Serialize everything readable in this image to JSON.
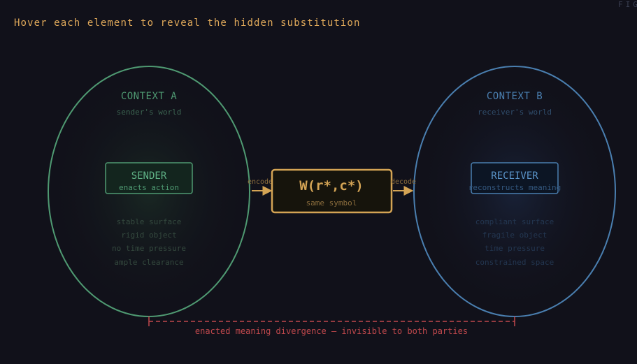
{
  "header": {
    "hint": "Hover each element to reveal the hidden substitution",
    "fig_tag": "FIG"
  },
  "context_a": {
    "title": "CONTEXT A",
    "subtitle": "sender's world",
    "node_label": "SENDER",
    "node_sublabel": "enacts action",
    "traits": [
      "stable surface",
      "rigid object",
      "no time pressure",
      "ample clearance"
    ]
  },
  "context_b": {
    "title": "CONTEXT B",
    "subtitle": "receiver's world",
    "node_label": "RECEIVER",
    "node_sublabel": "reconstructs meaning",
    "traits": [
      "compliant surface",
      "fragile object",
      "time pressure",
      "constrained space"
    ]
  },
  "symbol": {
    "label": "W(r*,c*)",
    "sublabel": "same symbol"
  },
  "arrows": {
    "encode": "encode",
    "decode": "decode"
  },
  "divergence": {
    "label": "enacted meaning divergence — invisible to both parties"
  },
  "colors": {
    "background": "#11111a",
    "context_a": "#4f9a72",
    "context_b": "#4a7fb0",
    "symbol": "#d4a455",
    "divergence": "#c0484c"
  }
}
